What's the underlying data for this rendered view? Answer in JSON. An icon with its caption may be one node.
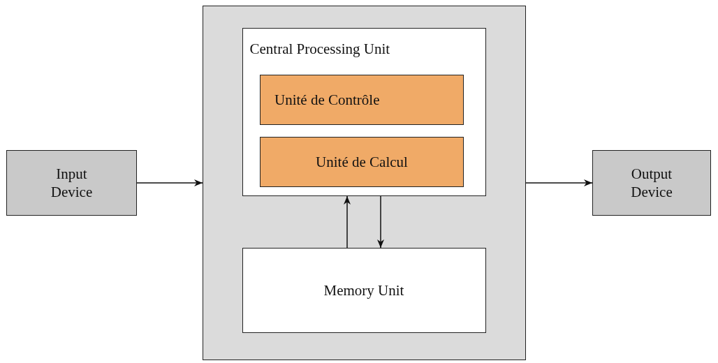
{
  "diagram": {
    "nodes": [
      {
        "text": [],
        "shape": "box"
      },
      {
        "text": [
          "Input Device"
        ]
      },
      {
        "text": [
          "Central Processing Unit"
        ],
        "in": 0
      },
      {
        "text": [
          "Unité de Contrôle"
        ],
        "in": 2
      },
      {
        "text": [
          "Unité de Calcul"
        ],
        "in": 2
      },
      {
        "text": [
          "Memory Unit"
        ],
        "in": 0
      },
      {
        "text": [
          "Output Device"
        ]
      }
    ],
    "edges": [
      {
        "from": 1,
        "to": 0,
        "arrow": "to"
      },
      {
        "from": 0,
        "to": 6,
        "arrow": "to"
      },
      {
        "from": 5,
        "to": 2,
        "arrow": "to"
      },
      {
        "from": 2,
        "to": 5,
        "arrow": "to"
      }
    ]
  }
}
